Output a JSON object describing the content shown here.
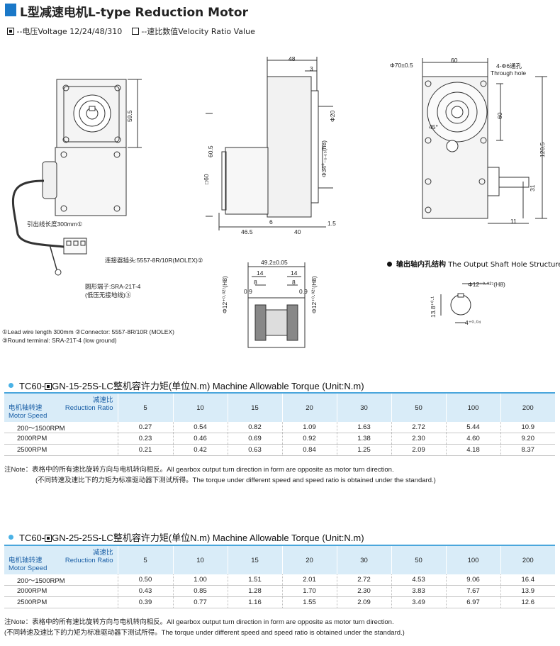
{
  "header": {
    "title": "L型减速电机L-type Reduction Motor",
    "legend_voltage": "--电压Voltage 12/24/48/310",
    "legend_ratio": "--速比数值Velocity Ratio Value"
  },
  "drawing": {
    "dims": {
      "d595": "59.5",
      "d605": "60.5",
      "sq60": "□60",
      "d48": "48",
      "d3": "3",
      "phi20": "Φ20",
      "phi34": "Φ34⁰₋₀.₀₅(h8)",
      "d465": "46.5",
      "d6": "6",
      "d40": "40",
      "d15": "1.5",
      "phi70": "Φ70±0.5",
      "d60top": "60",
      "holes": "4-Φ6通孔",
      "through": "Through hole",
      "d60side": "60",
      "d1205": "120.5",
      "d31": "31",
      "d11": "11",
      "d45": "45°",
      "d492": "49.2±0.05",
      "d14a": "14",
      "d14b": "14",
      "d8a": "8",
      "d8b": "8",
      "d09a": "0.9",
      "d09b": "0.9",
      "phi12a": "Φ12⁺⁰·⁰²⁷(H8)",
      "phi12b": "Φ12⁺⁰·⁰²⁷(H8)",
      "phi12c": "Φ12⁺⁰·⁰²⁷(H8)",
      "d138": "13.8⁺⁰·¹",
      "d4": "4⁺⁰·⁰⁴"
    },
    "callouts": {
      "lead": "引出线长度300mm①",
      "connector": "连接器插头:5557-8R/10R(MOLEX)②",
      "terminal": "圆形端子:SRA-21T-4",
      "terminal_note": "(低压无接地线)③"
    },
    "notes": {
      "line1": "①Lead wire length 300mm  ②Connector: 5557-8R/10R (MOLEX)",
      "line2": "③Round terminal: SRA-21T-4 (low ground)"
    },
    "shaft_title_cn": "输出轴内孔结构",
    "shaft_title_en": "The Output Shaft Hole Structure"
  },
  "table_header": {
    "ratio_cn": "减速比",
    "ratio_en": "Reduction Ratio",
    "speed_cn": "电机轴转速",
    "speed_en": "Motor Speed"
  },
  "table1": {
    "title_prefix": "TC60-",
    "title_rest": "GN-15-25S-LC整机容许力矩(单位N.m) Machine Allowable Torque (Unit:N.m)",
    "ratios": [
      "5",
      "10",
      "15",
      "20",
      "30",
      "50",
      "100",
      "200"
    ],
    "rows": [
      {
        "speed": "200～1500RPM",
        "values": [
          "0.27",
          "0.54",
          "0.82",
          "1.09",
          "1.63",
          "2.72",
          "5.44",
          "10.9"
        ]
      },
      {
        "speed": "2000RPM",
        "values": [
          "0.23",
          "0.46",
          "0.69",
          "0.92",
          "1.38",
          "2.30",
          "4.60",
          "9.20"
        ]
      },
      {
        "speed": "2500RPM",
        "values": [
          "0.21",
          "0.42",
          "0.63",
          "0.84",
          "1.25",
          "2.09",
          "4.18",
          "8.37"
        ]
      }
    ],
    "note1": "注Note：表格中的所有速比旋转方向与电机转向相反。All gearbox output turn direction in form are opposite as motor turn direction.",
    "note2": "(不同转速及速比下的力矩为标准驱动器下测试所得。The torque under different speed and speed ratio is obtained under the standard.)"
  },
  "table2": {
    "title_prefix": "TC60-",
    "title_rest": "GN-25-25S-LC整机容许力矩(单位N.m) Machine Allowable Torque (Unit:N.m)",
    "ratios": [
      "5",
      "10",
      "15",
      "20",
      "30",
      "50",
      "100",
      "200"
    ],
    "rows": [
      {
        "speed": "200～1500RPM",
        "values": [
          "0.50",
          "1.00",
          "1.51",
          "2.01",
          "2.72",
          "4.53",
          "9.06",
          "16.4"
        ]
      },
      {
        "speed": "2000RPM",
        "values": [
          "0.43",
          "0.85",
          "1.28",
          "1.70",
          "2.30",
          "3.83",
          "7.67",
          "13.9"
        ]
      },
      {
        "speed": "2500RPM",
        "values": [
          "0.39",
          "0.77",
          "1.16",
          "1.55",
          "2.09",
          "3.49",
          "6.97",
          "12.6"
        ]
      }
    ],
    "note1": "注Note：表格中的所有速比旋转方向与电机转向相反。All gearbox output turn direction in form are opposite as motor turn direction.",
    "note2": "(不同转速及速比下的力矩为标准驱动器下测试所得。The torque under different speed and speed ratio is obtained under the standard.)"
  },
  "colors": {
    "accent": "#1a78c8",
    "table_header_bg": "#d9ecf8",
    "table_header_line": "#4aa6dc",
    "bullet": "#4ab2e6"
  }
}
